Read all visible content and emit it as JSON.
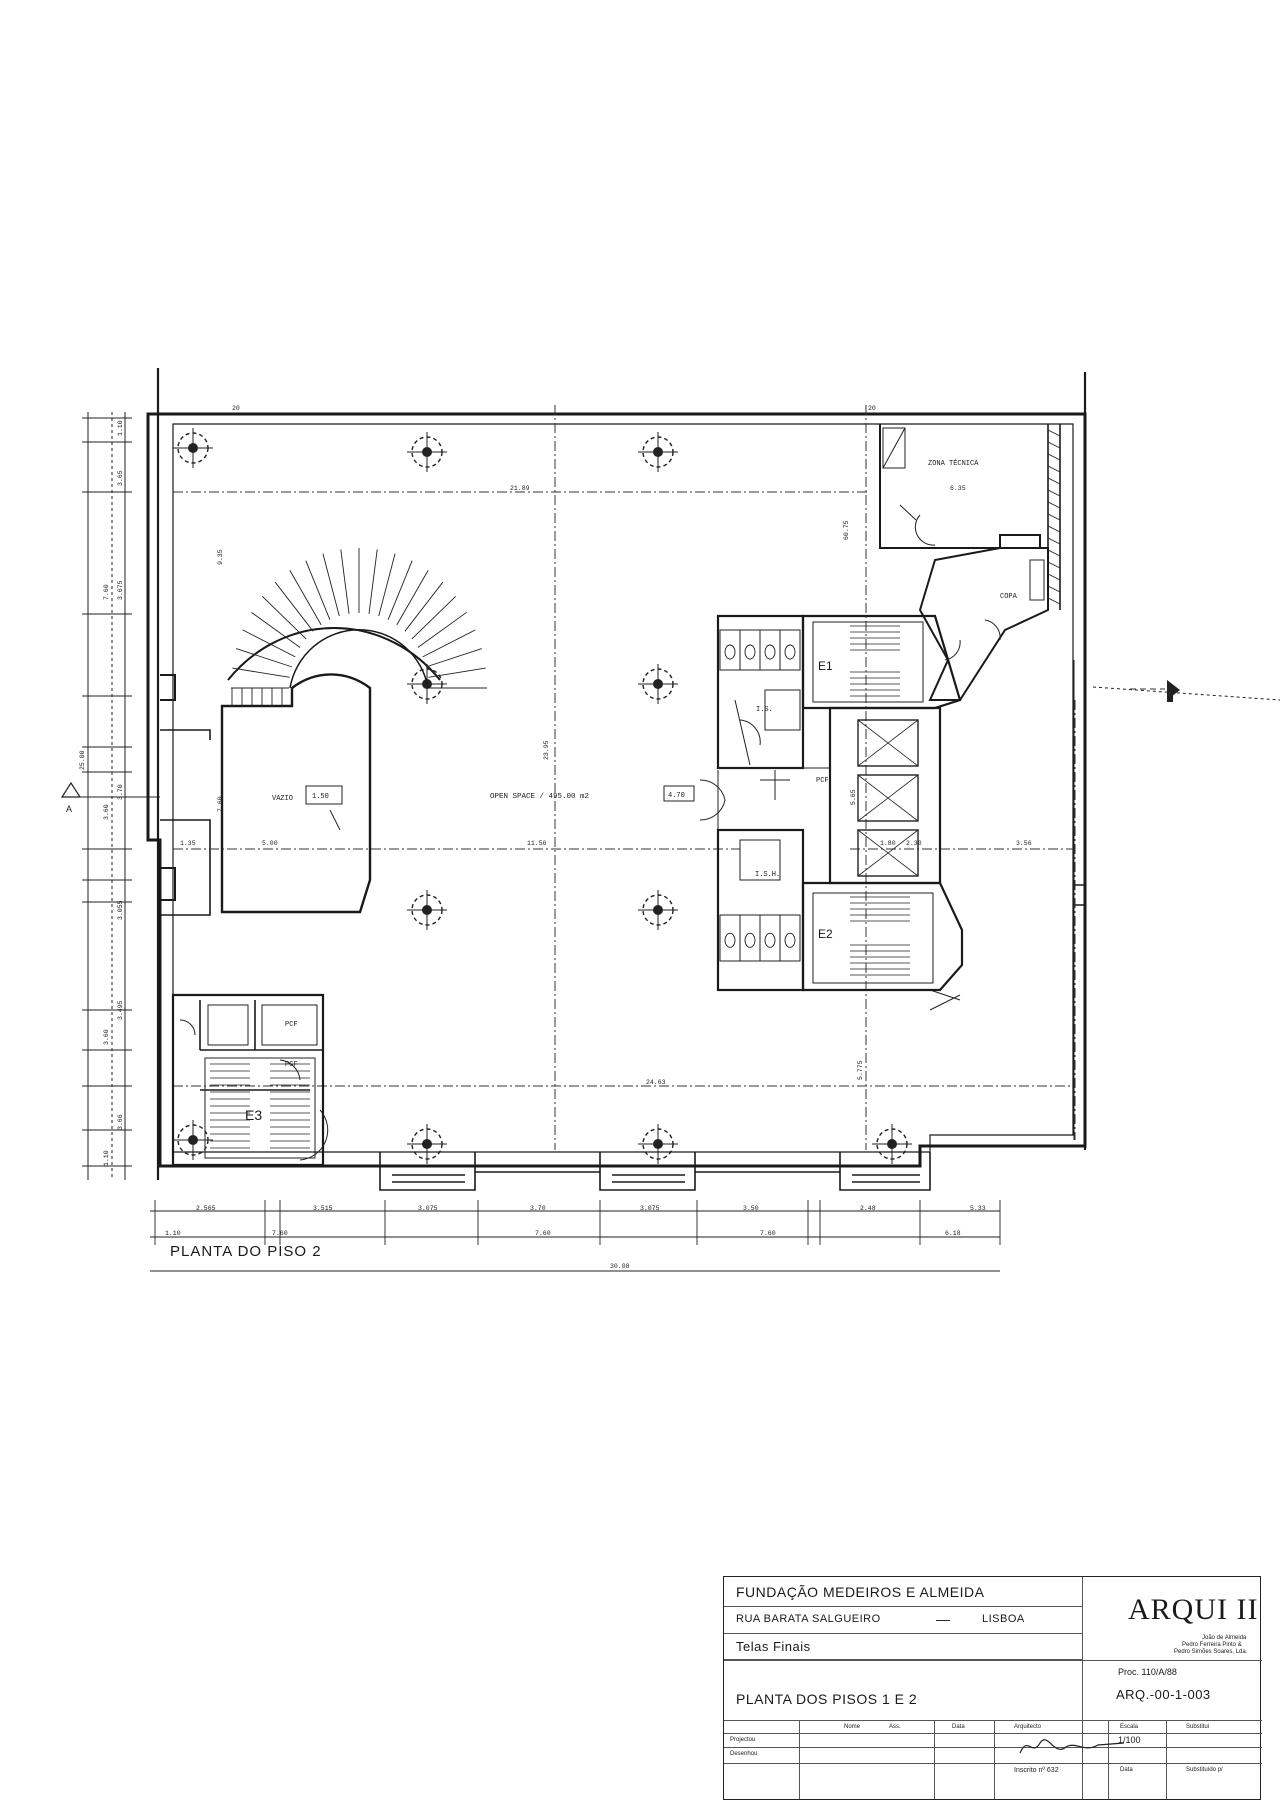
{
  "drawing": {
    "sheet_label": "PLANTA DO PISO 2",
    "north_marker": "A",
    "rooms": {
      "zona_tecnica": "ZONA TÉCNICA",
      "copa": "COPA",
      "open_space": "OPEN SPACE / 495.00 m2",
      "vazio": "VAZIO",
      "vazio_level": "1.50",
      "ish_upper": "I.S.",
      "ish_lower": "I.S.H.",
      "level_470": "4.70",
      "pcf_1": "PCF",
      "pcf_2": "PCF",
      "pcf_3": "PCF",
      "stair_e1": "E1",
      "stair_e2": "E2",
      "stair_e3": "E3"
    },
    "dims": {
      "top_20a": "20",
      "top_20b": "20",
      "d_2189": "21.89",
      "d_635": "6.35",
      "d_60075": "60.75",
      "d_935": "9.35",
      "d_2395": "23.95",
      "d_500": "5.00",
      "d_1156": "11.56",
      "d_180": "1.80",
      "d_230": "2.30",
      "d_356": "3.56",
      "d_2463": "24.63",
      "d_5775": "5.775",
      "d_565": "5.65",
      "d_760v": "7.60",
      "d_135": "1.35",
      "left_25": "25.00",
      "left_110a": "1.10",
      "left_365": "3.65",
      "left_760": "7.60",
      "left_3675": "3.675",
      "left_370": "3.70",
      "left_360": "3.60",
      "left_3055": "3.055",
      "left_3495": "3.495",
      "left_366": "3.66",
      "left_110b": "1.10",
      "b_1": "2.565",
      "b_2": "3.515",
      "b_3": "3.075",
      "b_4": "3.70",
      "b_5": "3.075",
      "b_6": "3.50",
      "b_7": "2.48",
      "b_8": "5.33",
      "b2_1": "1.10",
      "b2_2": "7.60",
      "b2_3": "7.60",
      "b2_4": "7.60",
      "b2_5": "6.18",
      "b_total": "30.08"
    }
  },
  "title_block": {
    "client": "FUNDAÇÃO MEDEIROS   E ALMEIDA",
    "street": "RUA BARATA SALGUEIRO",
    "street_sep": "—",
    "city": "LISBOA",
    "logo": "ARQUI II",
    "firm_lines": [
      "João de Almeida",
      "Pedro Ferreira Pinto &",
      "Pedro Simões Soares, Lda."
    ],
    "phase": "Telas Finais",
    "proc": "Proc. 110/A/88",
    "sheet_title": "PLANTA DOS PISOS 1 E 2",
    "drawing_no": "ARQ.-00-1-003",
    "headers": [
      "Nome",
      "Ass.",
      "Data",
      "Arquitecto",
      "Escala",
      "Substitui"
    ],
    "rows": [
      "Projectou",
      "Desenhou"
    ],
    "scale": "1/100",
    "inscrito": "Inscrito nº 632",
    "data_label": "Data",
    "subst_por": "Substituído p/"
  }
}
